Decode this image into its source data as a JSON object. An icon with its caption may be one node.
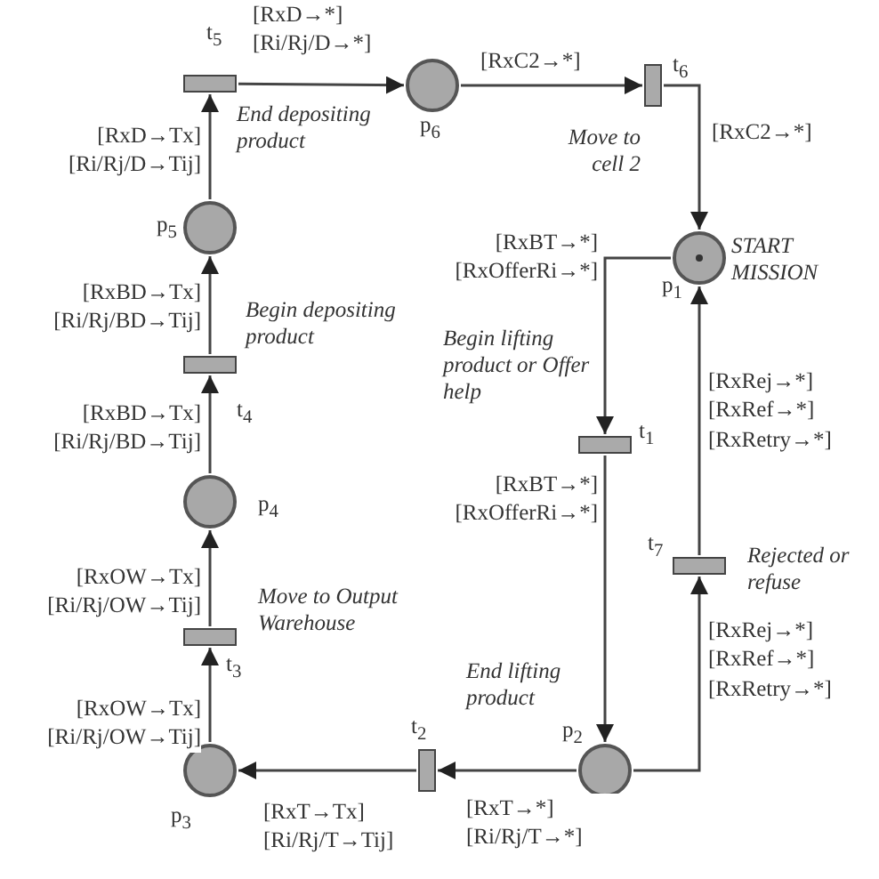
{
  "diagram": {
    "nodes": [
      {
        "text": [],
        "shape": "circle",
        "beside": [
          "p$_{1}$",
          "START MISSION"
        ]
      },
      {
        "text": [],
        "shape": "circle",
        "beside": [
          "p$_{2}$"
        ]
      },
      {
        "text": [],
        "shape": "circle",
        "beside": [
          "p$_{3}$"
        ]
      },
      {
        "text": [],
        "shape": "circle",
        "beside": [
          "p$_{4}$"
        ]
      },
      {
        "text": [],
        "shape": "circle",
        "beside": [
          "p$_{5}$"
        ]
      },
      {
        "text": [],
        "shape": "circle",
        "beside": [
          "p$_{6}$"
        ]
      },
      {
        "text": [],
        "shape": "bar",
        "beside": [
          "t$_{1}$",
          "Begin lifting product or Offer help"
        ]
      },
      {
        "text": [],
        "shape": "bar",
        "beside": [
          "t$_{2}$",
          "End lifting product"
        ]
      },
      {
        "text": [],
        "shape": "bar",
        "beside": [
          "t$_{3}$",
          "Move to Output Warehouse"
        ]
      },
      {
        "text": [],
        "shape": "bar",
        "beside": [
          "t$_{4}$",
          "Begin depositing product"
        ]
      },
      {
        "text": [],
        "shape": "bar",
        "beside": [
          "t$_{5}$",
          "End depositing product"
        ]
      },
      {
        "text": [],
        "shape": "bar",
        "beside": [
          "t$_{6}$",
          "Move to cell 2"
        ]
      },
      {
        "text": [],
        "shape": "bar",
        "beside": [
          "t$_{7}$",
          "Rejected or refuse"
        ]
      }
    ],
    "edges": [
      {
        "from": 10,
        "to": 5,
        "arrow": "to",
        "label": "[RxD→*] [Ri/Rj/D→*]"
      },
      {
        "from": 5,
        "to": 11,
        "arrow": "to",
        "label": "[RxC2→*]"
      },
      {
        "from": 11,
        "to": 0,
        "arrow": "to",
        "label": "[RxC2→*]"
      },
      {
        "from": 0,
        "to": 6,
        "arrow": "to",
        "label": "[RxBT→*] [RxOfferRi→*]"
      },
      {
        "from": 6,
        "to": 1,
        "arrow": "to",
        "label": "[RxBT→*] [RxOfferRi→*]"
      },
      {
        "from": 1,
        "to": 12,
        "arrow": "to",
        "label": "[RxRej→*] [RxRef→*] [RxRetry→*]"
      },
      {
        "from": 12,
        "to": 0,
        "arrow": "to",
        "label": "[RxRej→*] [RxRef→*] [RxRetry→*]"
      },
      {
        "from": 1,
        "to": 7,
        "arrow": "to",
        "label": "[RxT→*] [Ri/Rj/T→*]"
      },
      {
        "from": 7,
        "to": 2,
        "arrow": "to",
        "label": "[RxT→Tx] [Ri/Rj/T→Tij]"
      },
      {
        "from": 2,
        "to": 8,
        "arrow": "to",
        "label": "[RxOW→Tx] [Ri/Rj/OW→Tij]"
      },
      {
        "from": 8,
        "to": 3,
        "arrow": "to",
        "label": "[RxOW→Tx] [Ri/Rj/OW→Tij]"
      },
      {
        "from": 3,
        "to": 9,
        "arrow": "to",
        "label": "[RxBD→Tx] [Ri/Rj/BD→Tij]"
      },
      {
        "from": 9,
        "to": 4,
        "arrow": "to",
        "label": "[RxBD→Tx] [Ri/Rj/BD→Tij]"
      },
      {
        "from": 4,
        "to": 10,
        "arrow": "to",
        "label": "[RxD→Tx] [Ri/Rj/D→Tij]"
      }
    ]
  }
}
